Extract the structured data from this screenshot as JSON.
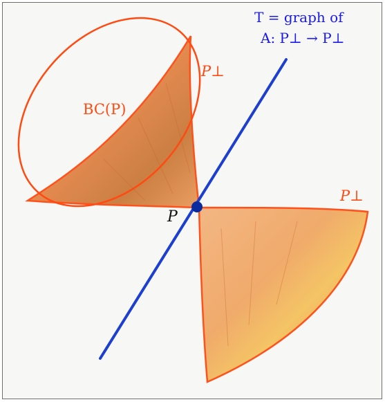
{
  "labels": {
    "bc_p": "BC(P)",
    "p_perp_top": "P⊥",
    "p_perp_right": "P⊥",
    "point_p": "P",
    "graph_line1": "T = graph of",
    "graph_line2": "A: P⊥ → P⊥"
  },
  "colors": {
    "cone_fill": "#f2a060",
    "cone_outline": "#ff4a12",
    "axis_line": "#1c3fcf",
    "point": "#0a2aa0"
  }
}
